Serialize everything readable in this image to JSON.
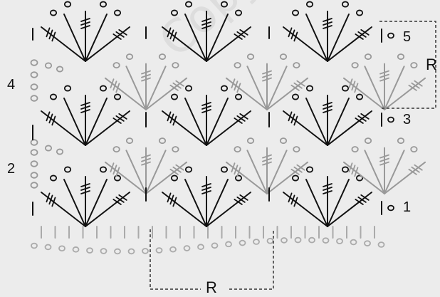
{
  "diagram": {
    "row_labels": [
      "1",
      "2",
      "3",
      "4",
      "5"
    ],
    "repeat_marker": "R",
    "watermark": "Copyright",
    "colors": {
      "background": "#ececec",
      "odd_rows": "#111111",
      "even_rows": "#999999",
      "foundation": "#aaaaaa",
      "repeat_bracket": "#333333"
    }
  }
}
